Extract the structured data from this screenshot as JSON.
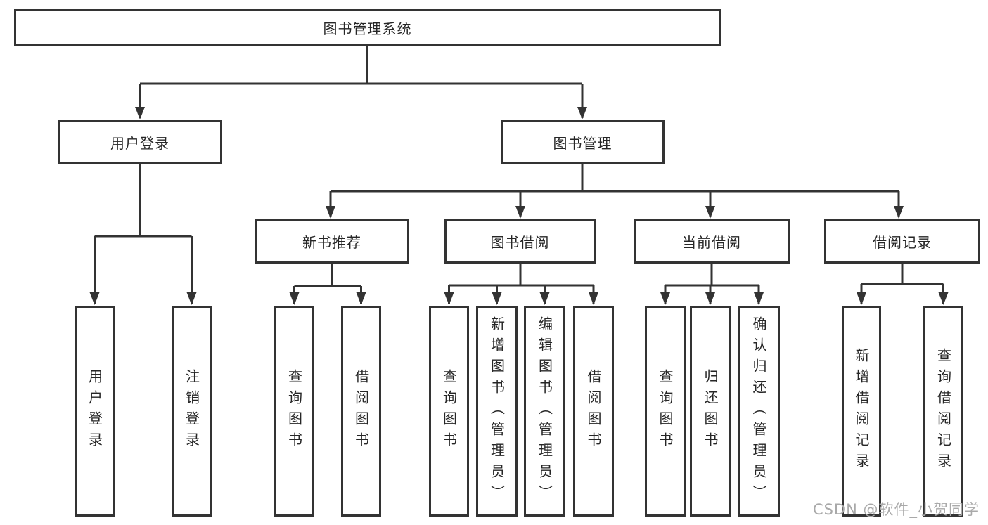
{
  "tree": {
    "root": {
      "label": "图书管理系统",
      "children": [
        {
          "label": "用户登录",
          "children": [
            {
              "label": "用户登录"
            },
            {
              "label": "注销登录"
            }
          ]
        },
        {
          "label": "图书管理",
          "children": [
            {
              "label": "新书推荐",
              "children": [
                {
                  "label": "查询图书"
                },
                {
                  "label": "借阅图书"
                }
              ]
            },
            {
              "label": "图书借阅",
              "children": [
                {
                  "label": "查询图书"
                },
                {
                  "label": "新增图书（管理员）"
                },
                {
                  "label": "编辑图书（管理员）"
                },
                {
                  "label": "借阅图书"
                }
              ]
            },
            {
              "label": "当前借阅",
              "children": [
                {
                  "label": "查询图书"
                },
                {
                  "label": "归还图书"
                },
                {
                  "label": "确认归还（管理员）"
                }
              ]
            },
            {
              "label": "借阅记录",
              "children": [
                {
                  "label": "新增借阅记录"
                },
                {
                  "label": "查询借阅记录"
                }
              ]
            }
          ]
        }
      ]
    }
  },
  "watermark": {
    "text": "CSDN @软件_小贺同学"
  },
  "colors": {
    "line": "#333333",
    "border": "#333333",
    "text": "#262626",
    "background": "#ffffff",
    "watermark": "#a9a9a9"
  }
}
